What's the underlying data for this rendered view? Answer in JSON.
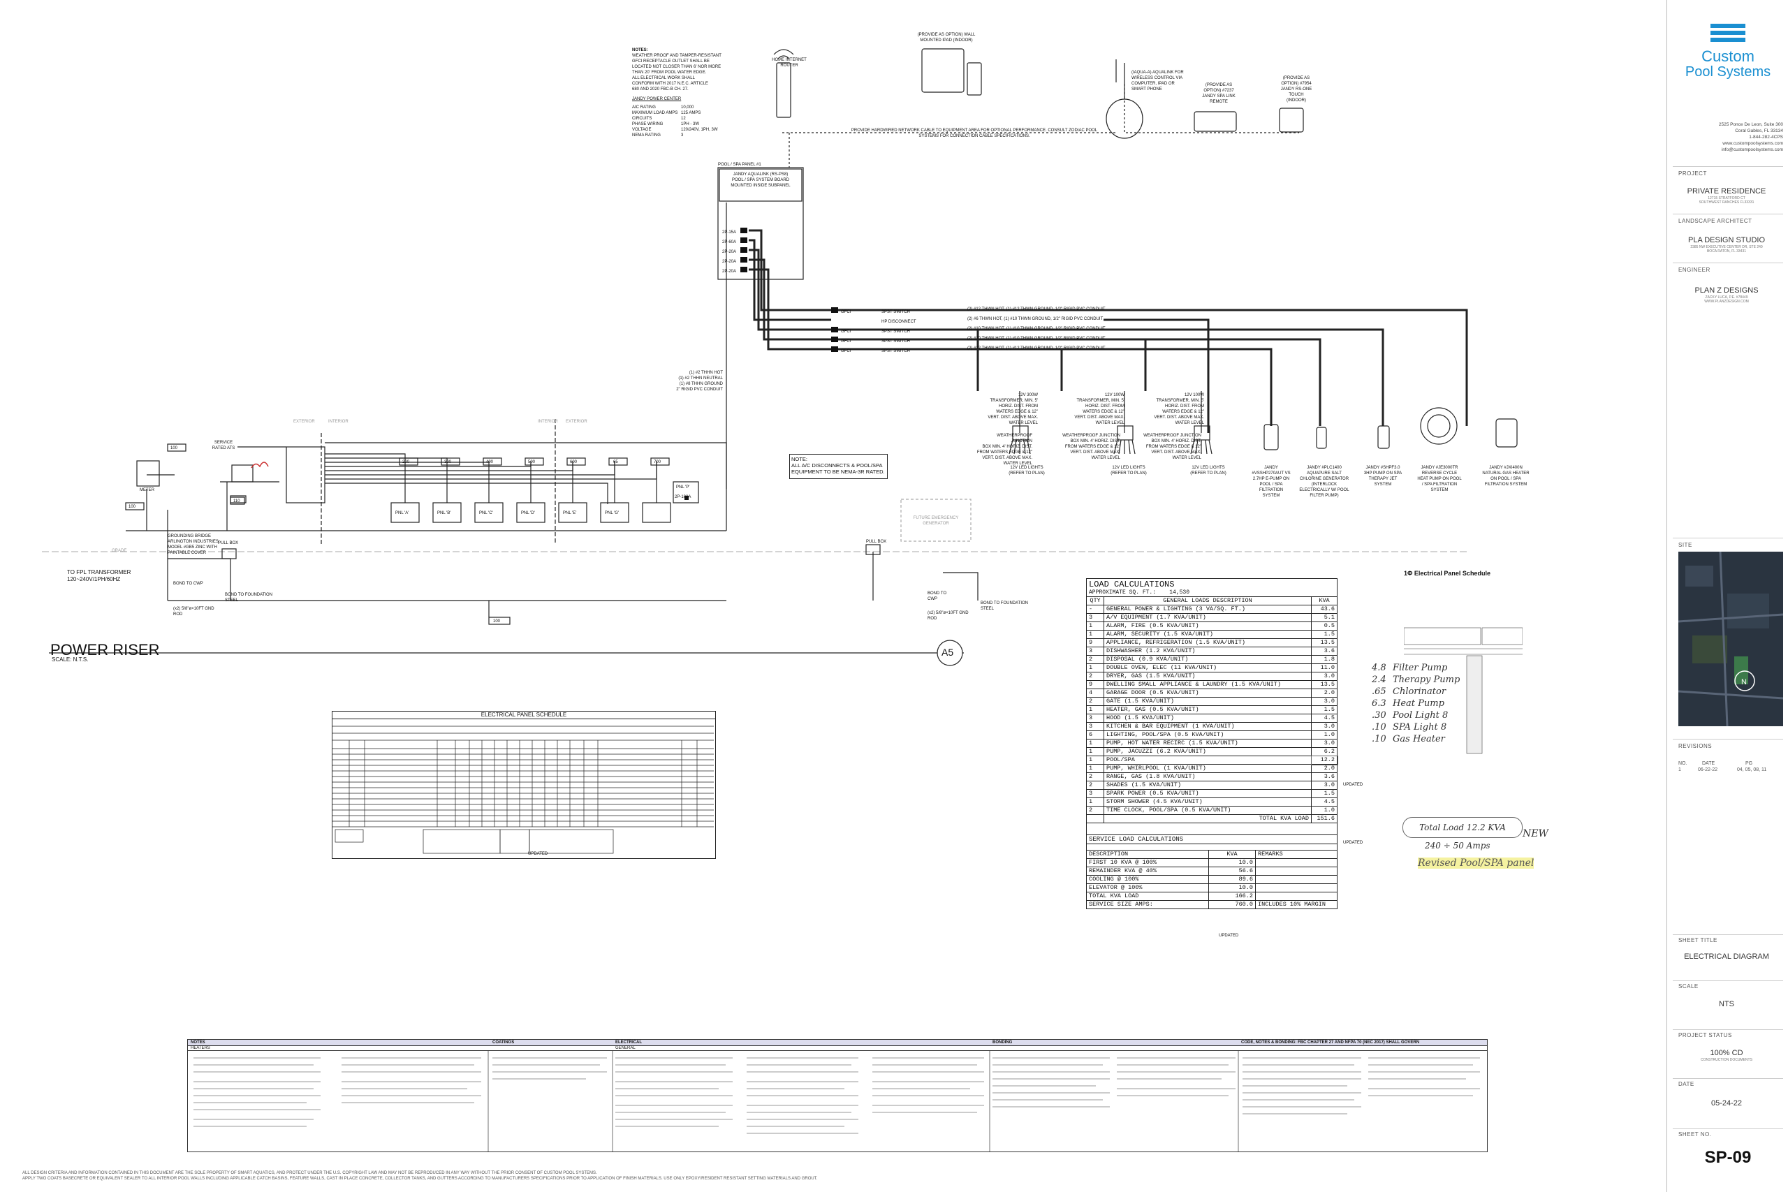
{
  "titleblock": {
    "company_line1": "Custom",
    "company_line2": "Pool Systems",
    "address": [
      "2525 Ponce De Leon, Suite 300",
      "Coral Gables, FL 33134",
      "1-844-282-4CPS",
      "www.custompoolsystems.com",
      "info@custompoolsystems.com"
    ],
    "project_label": "PROJECT",
    "project_name": "PRIVATE RESIDENCE",
    "project_addr": [
      "12715 STRATFORD CT",
      "SOUTHWEST RANCHES FL33331"
    ],
    "landscape_label": "LANDSCAPE ARCHITECT",
    "landscape_name": "PLA DESIGN STUDIO",
    "landscape_addr": [
      "2385 NW EXECUTIVE CENTER DR, STE 240",
      "BOCA RATON, FL 33431"
    ],
    "engineer_label": "ENGINEER",
    "engineer_name": "PLAN Z DESIGNS",
    "engineer_addr": [
      "ZACKY LUCA, P.E. #78449",
      "WWW.PLANZDESIGN.COM"
    ],
    "site_label": "SITE",
    "revisions_label": "REVISIONS",
    "rev_headers": [
      "NO.",
      "DATE",
      "PG"
    ],
    "rev_row": [
      "1",
      "06-22-22",
      "04, 05, 08, 11"
    ],
    "sheet_title_label": "SHEET TITLE",
    "sheet_title": "ELECTRICAL DIAGRAM",
    "scale_label": "SCALE",
    "scale": "NTS",
    "project_status_label": "PROJECT STATUS",
    "project_status": "100% CD",
    "project_status_sub": "CONSTRUCTION DOCUMENTS",
    "date_label": "DATE",
    "date": "05-24-22",
    "sheet_no_label": "SHEET NO.",
    "sheet_no": "SP-09"
  },
  "riser": {
    "title": "POWER RISER",
    "scale": "SCALE:  N.T.S.",
    "callout": "A5",
    "meter": "METER",
    "service_rated_ats": "SERVICE RATED ATS",
    "grade": "GRADE",
    "to_fpl": "TO FPL TRANSFORMER",
    "fpl_spec": "120~240V/1PH/60HZ",
    "bond_cwp_left": "BOND TO CWP",
    "ground_rod_left": "(x2) 5/8\"ø×10FT GND ROD",
    "bond_foundation_left": "BOND TO FOUNDATION STEEL",
    "pull_box": "PULL BOX",
    "bond_cwp_right": "BOND TO CWP",
    "ground_rod_right": "(x2) 5/8\"ø×10FT GND ROD",
    "bond_foundation_right": "BOND TO FOUNDATION STEEL",
    "future_gen": "FUTURE EMERGENCY GENERATOR",
    "exterior": "EXTERIOR",
    "interior": "INTERIOR",
    "grounding_bridge": "GROUNDING BRIDGE ARLINGTON INDUSTRIES MODEL #GB5 ZINC WITH PAINTABLE COVER",
    "panel_tags": [
      "100",
      "200",
      "300",
      "400",
      "500",
      "600",
      "65",
      "700",
      "110",
      "100",
      "100"
    ],
    "panels": [
      "PNL 'A'",
      "PNL 'B'",
      "PNL 'C'",
      "PNL 'D'",
      "PNL 'E'",
      "PNL 'G'",
      "PNL 'P'"
    ],
    "note_box": [
      "NOTE:",
      "ALL A/C DISCONNECTS & POOL/SPA",
      "EQUIPMENT TO BE NEMA-3R RATED."
    ],
    "feeder_note": [
      "(1) #2 THHN HOT",
      "(1) #2 THHN NEUTRAL",
      "(1) #8 THHN GROUND",
      "2\" RIGID PVC CONDUIT"
    ],
    "breaker_2p": "2P-100A"
  },
  "pool_panel": {
    "header": "POOL / SPA PANEL #1",
    "title": [
      "JANDY AQUALINK (RS-PS8)",
      "POOL / SPA SYSTEM BOARD",
      "MOUNTED INSIDE SUBPANEL"
    ],
    "breakers": [
      "2P-15A",
      "2P-60A",
      "2P-20A",
      "2P-20A",
      "2P-20A"
    ],
    "switches": [
      "GFCI",
      "GFCI",
      "GFCI",
      "GFCI"
    ],
    "switch_labels": [
      "SPST SWITCH",
      "HP DISCONNECT",
      "SPST SWITCH",
      "SPST SWITCH",
      "SPST SWITCH"
    ],
    "conduit_runs": [
      "(2) #12 THWN HOT, (1) #12 THWN GROUND, 1/2\" RIGID PVC CONDUIT",
      "(2) #6 THWN HOT, (1) #10 THWN GROUND, 1/2\" RIGID PVC CONDUIT",
      "(2) #10 THWN HOT, (1) #10 THWN GROUND, 1/2\" RIGID PVC CONDUIT",
      "(2) #10 THWN HOT, (1) #10 THWN GROUND, 1/2\" RIGID PVC CONDUIT",
      "(2) #12 THWN HOT, (1) #12 THWN GROUND, 1/2\" RIGID PVC CONDUIT"
    ],
    "network_note": "PROVIDE HARDWIRED NETWORK CABLE TO EQUIPMENT AREA FOR OPTIONAL PERFORMANCE. CONSULT ZODIAC POOL SYSTEMS FOR CONNECTION CABLE SPECIFICATIONS.",
    "router": "HOME INTERNET ROUTER",
    "tablet": "(PROVIDE AS OPTION) WALL MOUNTED IPAD (INDOOR)",
    "iaqua": "(IAQUA-A) AQUALINK FOR WIRELESS CONTROL VIA COMPUTER, IPAD OR SMART PHONE",
    "remote1": "(PROVIDE AS OPTION) #7237 JANDY SPA LINK REMOTE",
    "remote2": "(PROVIDE AS OPTION) #7954 JANDY RS-ONE TOUCH (INDOOR)"
  },
  "general_notes": {
    "title": "NOTES:",
    "lines": [
      "WEATHER PROOF AND TAMPER-RESISTANT",
      "GFCI RECEPTACLE OUTLET SHALL BE",
      "LOCATED NOT CLOSER THAN 6' NOR MORE",
      "THAN 20' FROM POOL WATER EDGE.",
      "",
      "ALL ELECTRICAL WORK SHALL",
      "CONFORM WITH 2017 N.E.C. ARTICLE",
      "680 AND 2020 FBC-B CH. 27."
    ],
    "power_center": "JANDY POWER CENTER",
    "specs": [
      [
        "AIC RATING",
        "10,000"
      ],
      [
        "MAXIMUM LOAD AMPS",
        "125 AMPS"
      ],
      [
        "CIRCUITS",
        "12"
      ],
      [
        "PHASE WIRING",
        "1PH - 3W"
      ],
      [
        "VOLTAGE",
        "120/240V, 1PH, 3W"
      ],
      [
        "NEMA RATING",
        "3"
      ]
    ]
  },
  "lights": [
    {
      "spec": [
        "12V 300W",
        "TRANSFORMER, MIN. 5'",
        "HORIZ. DIST. FROM",
        "WATERS EDGE & 12\"",
        "VERT. DIST. ABOVE MAX.",
        "WATER LEVEL"
      ],
      "jbox": [
        "WEATHERPROOF JUNCTION",
        "BOX MIN. 4' HORIZ. DIST.",
        "FROM WATERS EDGE & 12\"",
        "VERT. DIST. ABOVE MAX.",
        "WATER LEVEL"
      ],
      "led": [
        "12V LED LIGHTS",
        "(REFER TO PLAN)"
      ]
    },
    {
      "spec": [
        "12V 100W",
        "TRANSFORMER, MIN. 5'",
        "HORIZ. DIST. FROM",
        "WATERS EDGE & 12\"",
        "VERT. DIST. ABOVE MAX.",
        "WATER LEVEL"
      ],
      "jbox": [
        "WEATHERPROOF JUNCTION",
        "BOX MIN. 4' HORIZ. DIST.",
        "FROM WATERS EDGE & 12\"",
        "VERT. DIST. ABOVE MAX.",
        "WATER LEVEL"
      ],
      "led": [
        "12V LED LIGHTS",
        "(REFER TO PLAN)"
      ]
    },
    {
      "spec": [
        "12V 100W",
        "TRANSFORMER, MIN. 5'",
        "HORIZ. DIST. FROM",
        "WATERS EDGE & 12\"",
        "VERT. DIST. ABOVE MAX.",
        "WATER LEVEL"
      ],
      "jbox": [
        "WEATHERPROOF JUNCTION",
        "BOX MIN. 4' HORIZ. DIST.",
        "FROM WATERS EDGE & 12\"",
        "VERT. DIST. ABOVE MAX.",
        "WATER LEVEL"
      ],
      "led": [
        "12V LED LIGHTS",
        "(REFER TO PLAN)"
      ]
    }
  ],
  "equipment": [
    [
      "JANDY",
      "#VSSHP270AUT VS",
      "2.7HP E-PUMP ON",
      "POOL / SPA",
      "FILTRATION",
      "SYSTEM"
    ],
    [
      "JANDY #PLC1400",
      "AQUAPURE SALT",
      "CHLORINE GENERATOR",
      "(INTERLOCK",
      "ELECTRICALLY W/ POOL",
      "FILTER PUMP)"
    ],
    [
      "JANDY #SHPF3.0",
      "3HP PUMP ON SPA",
      "THERAPY JET",
      "SYSTEM"
    ],
    [
      "JANDY #JE3000TR",
      "REVERSE CYCLE",
      "HEAT PUMP ON POOL",
      "/ SPA FILTRATION",
      "SYSTEM"
    ],
    [
      "JANDY #JXI400N",
      "NATURAL GAS HEATER",
      "ON POOL / SPA",
      "FILTRATION SYSTEM"
    ]
  ],
  "load_calc": {
    "title": "LOAD CALCULATIONS",
    "sqft_label": "APPROXIMATE SQ. FT.:",
    "sqft": "14,530",
    "headers": [
      "QTY",
      "GENERAL LOADS DESCRIPTION",
      "KVA"
    ],
    "rows": [
      [
        "-",
        "GENERAL POWER & LIGHTING (3 VA/SQ. FT.)",
        "43.6"
      ],
      [
        "3",
        "A/V EQUIPMENT (1.7 KVA/UNIT)",
        "5.1"
      ],
      [
        "1",
        "ALARM, FIRE (0.5 KVA/UNIT)",
        "0.5"
      ],
      [
        "1",
        "ALARM, SECURITY (1.5 KVA/UNIT)",
        "1.5"
      ],
      [
        "9",
        "APPLIANCE, REFRIGERATION (1.5 KVA/UNIT)",
        "13.5"
      ],
      [
        "3",
        "DISHWASHER (1.2 KVA/UNIT)",
        "3.6"
      ],
      [
        "2",
        "DISPOSAL (0.9 KVA/UNIT)",
        "1.8"
      ],
      [
        "1",
        "DOUBLE OVEN, ELEC (11 KVA/UNIT)",
        "11.0"
      ],
      [
        "2",
        "DRYER, GAS (1.5 KVA/UNIT)",
        "3.0"
      ],
      [
        "9",
        "DWELLING SMALL APPLIANCE & LAUNDRY (1.5 KVA/UNIT)",
        "13.5"
      ],
      [
        "4",
        "GARAGE DOOR (0.5 KVA/UNIT)",
        "2.0"
      ],
      [
        "2",
        "GATE (1.5 KVA/UNIT)",
        "3.0"
      ],
      [
        "1",
        "HEATER, GAS (0.5 KVA/UNIT)",
        "1.5"
      ],
      [
        "3",
        "HOOD (1.5 KVA/UNIT)",
        "4.5"
      ],
      [
        "3",
        "KITCHEN & BAR EQUIPMENT (1 KVA/UNIT)",
        "3.0"
      ],
      [
        "6",
        "LIGHTING, POOL/SPA (0.5 KVA/UNIT)",
        "1.0"
      ],
      [
        "1",
        "PUMP, HOT WATER RECIRC (1.5 KVA/UNIT)",
        "3.0"
      ],
      [
        "1",
        "PUMP, JACUZZI (6.2 KVA/UNIT)",
        "6.2"
      ],
      [
        "1",
        "POOL/SPA",
        "12.2"
      ],
      [
        "1",
        "PUMP, WHIRLPOOL (1 KVA/UNIT)",
        "2.0"
      ],
      [
        "2",
        "RANGE, GAS (1.8 KVA/UNIT)",
        "3.6"
      ],
      [
        "2",
        "SHADES (1.5 KVA/UNIT)",
        "3.0"
      ],
      [
        "3",
        "SPARK POWER (0.5 KVA/UNIT)",
        "1.5"
      ],
      [
        "1",
        "STORM SHOWER (4.5 KVA/UNIT)",
        "4.5"
      ],
      [
        "2",
        "TIME CLOCK, POOL/SPA (0.5 KVA/UNIT)",
        "1.0"
      ]
    ],
    "total_label": "TOTAL  KVA LOAD",
    "total": "151.6",
    "updated": "UPDATED",
    "service_title": "SERVICE LOAD CALCULATIONS",
    "service_headers": [
      "DESCRIPTION",
      "KVA",
      "REMARKS"
    ],
    "service_rows": [
      [
        "FIRST 10   KVA @ 100%",
        "10.0",
        ""
      ],
      [
        "REMAINDER  KVA @ 40%",
        "56.6",
        ""
      ],
      [
        "COOLING @ 100%",
        "89.6",
        ""
      ],
      [
        "ELEVATOR @ 100%",
        "10.0",
        ""
      ],
      [
        "TOTAL   KVA LOAD",
        "166.2",
        ""
      ],
      [
        "SERVICE SIZE AMPS:",
        "760.0",
        "INCLUDES 10% MARGIN"
      ]
    ]
  },
  "handwritten": {
    "form_title": "1Φ Electrical Panel Schedule",
    "rows": [
      [
        "4.8",
        "Filter Pump"
      ],
      [
        "2.4",
        "Therapy Pump"
      ],
      [
        ".65",
        "Chlorinator"
      ],
      [
        "6.3",
        "Heat Pump"
      ],
      [
        ".30",
        "Pool Light 8"
      ],
      [
        ".10",
        "SPA Light 8"
      ],
      [
        ".10",
        "Gas Heater"
      ]
    ],
    "total": "Total Load 12.2 KVA",
    "amps": "240 ÷ 50 Amps",
    "new": "NEW",
    "revised": "Revised Pool/SPA panel"
  },
  "panel_schedule": {
    "title": "ELECTRICAL PANEL SCHEDULE",
    "updated": "UPDATED"
  },
  "bottom_notes": {
    "sections": [
      "NOTES",
      "COATINGS",
      "ELECTRICAL",
      "BONDING",
      "CODE, NOTES & BONDING: FBC CHAPTER 27 AND NFPA 70 (NEC 2017) SHALL GOVERN"
    ],
    "subsections": [
      "HEATERS",
      "GENERAL"
    ],
    "footer1": "ALL DESIGN CRITERIA AND INFORMATION CONTAINED IN THIS DOCUMENT ARE THE SOLE PROPERTY OF SMART AQUATICS, AND PROTECT UNDER THE U.S. COPYRIGHT LAW AND MAY NOT BE REPRODUCED IN ANY WAY WITHOUT THE PRIOR CONSENT OF CUSTOM POOL SYSTEMS.",
    "footer2": "APPLY TWO COATS BASECRETE OR EQUIVALENT SEALER TO ALL INTERIOR POOL WALLS INCLUDING APPLICABLE CATCH BASINS, FEATURE WALLS, CAST IN PLACE CONCRETE, COLLECTOR TANKS, AND GUTTERS ACCORDING TO MANUFACTURERS SPECIFICATIONS PRIOR TO APPLICATION OF FINISH MATERIALS. USE ONLY EPOXY/RESIDENT RESISTANT SETTING MATERIALS AND GROUT."
  }
}
